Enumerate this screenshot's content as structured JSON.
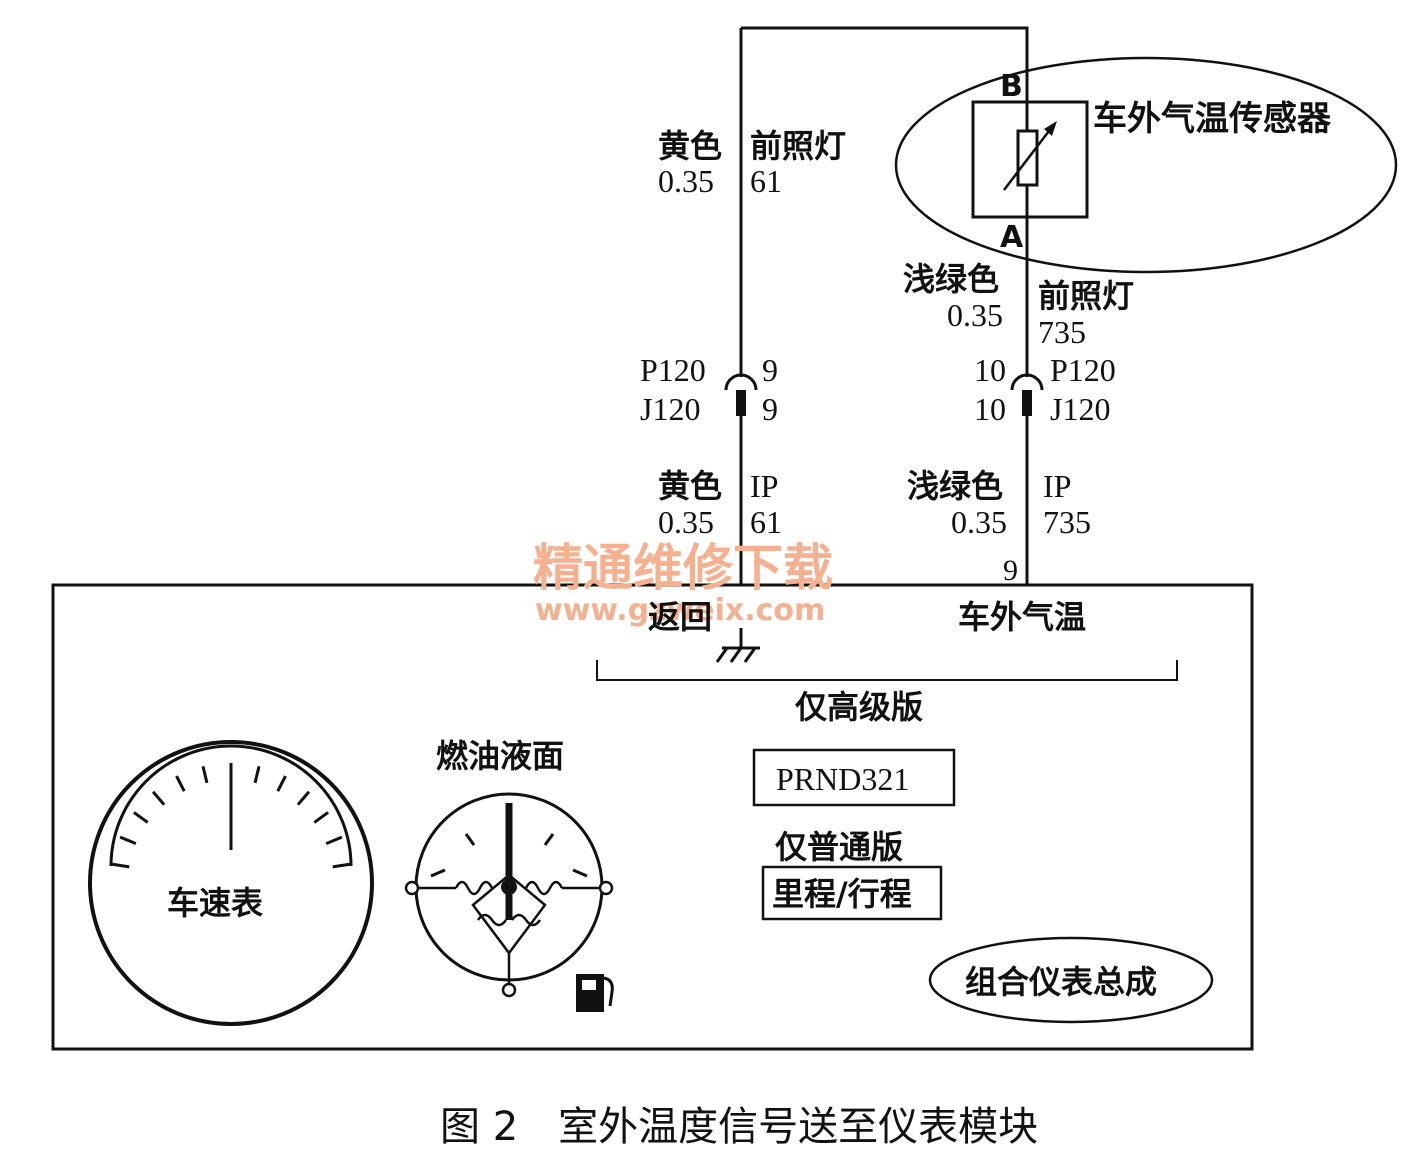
{
  "sensor": {
    "label": "车外气温传感器",
    "pin_b": "B",
    "pin_a": "A"
  },
  "left_wire_top": {
    "color": "黄色",
    "size": "0.35",
    "circuit_name": "前照灯",
    "circuit_no": "61"
  },
  "right_wire_top": {
    "color": "浅绿色",
    "size": "0.35",
    "circuit_name": "前照灯",
    "circuit_no": "735"
  },
  "left_connector": {
    "p": "P120",
    "j": "J120",
    "pin_p": "9",
    "pin_j": "9"
  },
  "right_connector": {
    "p": "P120",
    "j": "J120",
    "pin_p": "10",
    "pin_j": "10"
  },
  "left_wire_bottom": {
    "color": "黄色",
    "size": "0.35",
    "circuit_name": "IP",
    "circuit_no": "61"
  },
  "right_wire_bottom": {
    "color": "浅绿色",
    "size": "0.35",
    "circuit_name": "IP",
    "circuit_no": "735"
  },
  "cluster": {
    "pin_9": "9",
    "return_label": "返回",
    "outside_temp_label": "车外气温",
    "premium_only": "仅高级版",
    "fuel_level": "燃油液面",
    "prnd": "PRND321",
    "standard_only": "仅普通版",
    "odometer": "里程/行程",
    "speedometer": "车速表",
    "assembly": "组合仪表总成"
  },
  "watermark": {
    "cn": "精通维修下载",
    "url": "www.gzweix.com"
  },
  "caption": "图 2　室外温度信号送至仪表模块"
}
